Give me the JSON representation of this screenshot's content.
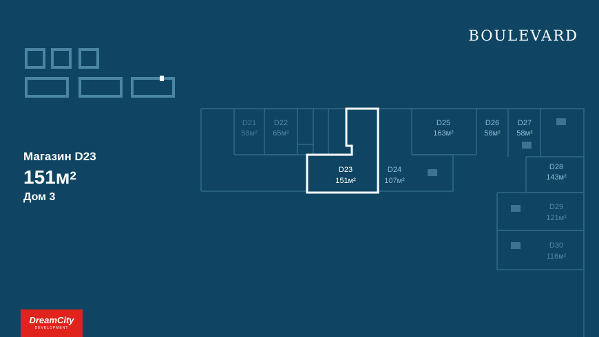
{
  "brand": "BOULEVARD",
  "info": {
    "shop": "Магазин D23",
    "area_value": "151м",
    "area_sup": "2",
    "house": "Дом 3"
  },
  "units": [
    {
      "id": "D21",
      "area": "58м²"
    },
    {
      "id": "D22",
      "area": "65м²"
    },
    {
      "id": "D23",
      "area": "151м²"
    },
    {
      "id": "D24",
      "area": "107м²"
    },
    {
      "id": "D25",
      "area": "163м²"
    },
    {
      "id": "D26",
      "area": "58м²"
    },
    {
      "id": "D27",
      "area": "58м²"
    },
    {
      "id": "D28",
      "area": "143м²"
    },
    {
      "id": "D29",
      "area": "121м²"
    },
    {
      "id": "D30",
      "area": "116м²"
    }
  ],
  "logo": {
    "line1": "DreamCity",
    "line2": "DEVELOPMENT"
  },
  "colors": {
    "background": "#0f4563",
    "line": "#4a86a4",
    "highlight": "#ffffff",
    "logo_bg": "#e0231c"
  }
}
